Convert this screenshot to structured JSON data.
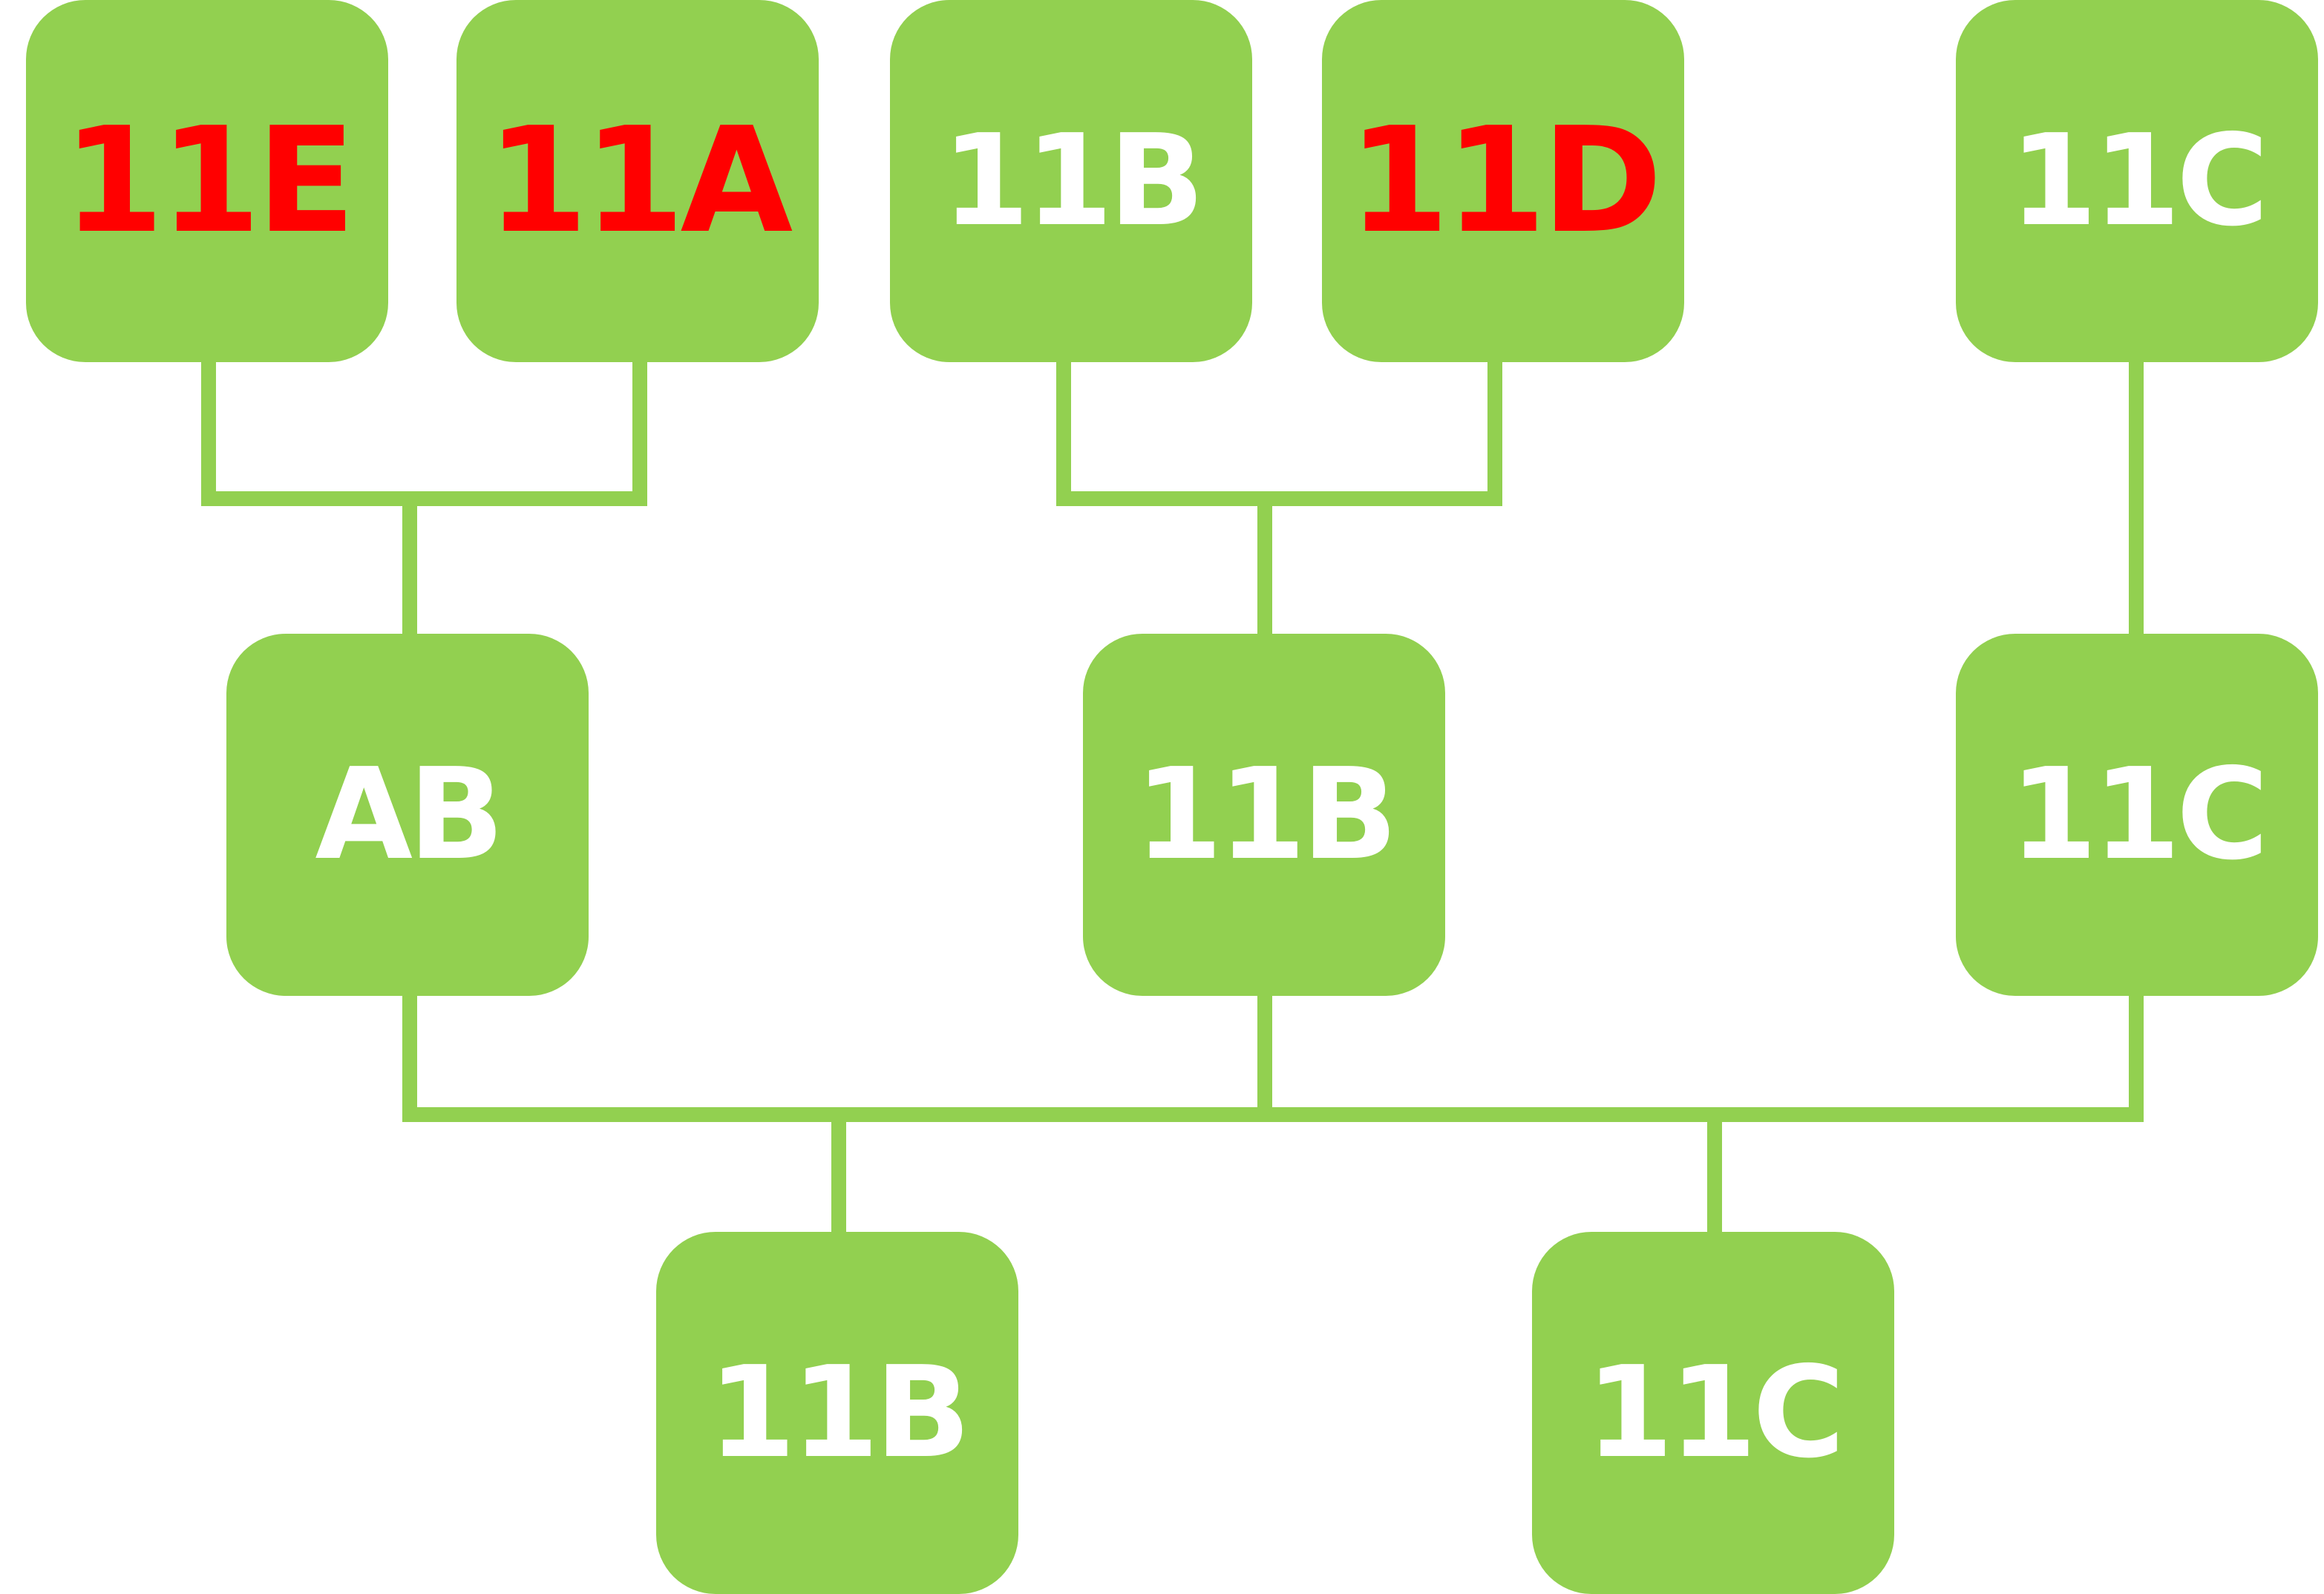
{
  "colors": {
    "node_fill": "#92d050",
    "connector": "#92d050",
    "label_default": "#ffffff",
    "label_highlight": "#ff0000"
  },
  "nodes": {
    "top_1": {
      "label": "11E",
      "color": "red"
    },
    "top_2": {
      "label": "11A",
      "color": "red"
    },
    "top_3": {
      "label": "11B",
      "color": "white"
    },
    "top_4": {
      "label": "11D",
      "color": "red"
    },
    "top_5": {
      "label": "11C",
      "color": "white"
    },
    "middle_1": {
      "label": "AB",
      "color": "white"
    },
    "middle_2": {
      "label": "11B",
      "color": "white"
    },
    "middle_3": {
      "label": "11C",
      "color": "white"
    },
    "bottom_1": {
      "label": "11B",
      "color": "white"
    },
    "bottom_2": {
      "label": "11C",
      "color": "white"
    }
  }
}
